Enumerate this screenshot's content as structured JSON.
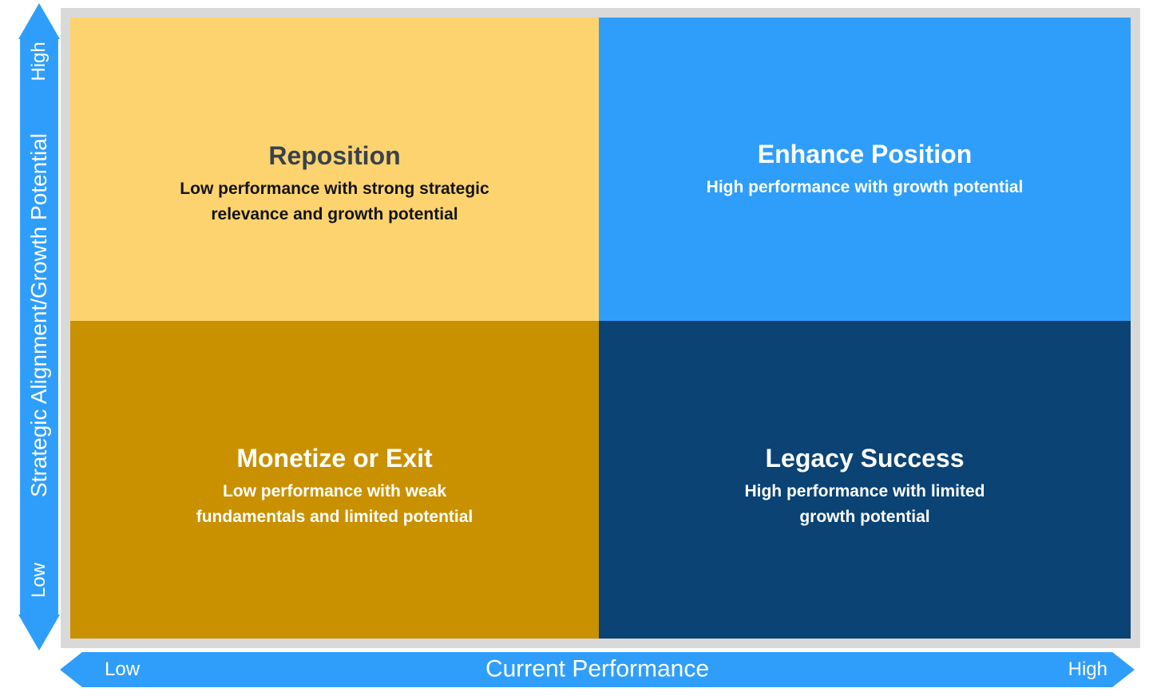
{
  "colors": {
    "axis_blue": "#2F9EFA",
    "frame_gray": "#D9D9D9",
    "top_left_bg": "#FCD36E",
    "top_right_bg": "#2F9EFA",
    "bottom_left_bg": "#C99100",
    "bottom_right_bg": "#0A4374",
    "top_left_title": "#39424C",
    "top_left_text": "#141414",
    "light_text": "#FFFFFF"
  },
  "y_axis": {
    "high": "High",
    "label": "Strategic Alignment/Growth Potential",
    "low": "Low"
  },
  "x_axis": {
    "low": "Low",
    "label": "Current Performance",
    "high": "High"
  },
  "quadrants": {
    "top_left": {
      "title": "Reposition",
      "subtitle": "Low performance with strong strategic\nrelevance and growth potential"
    },
    "top_right": {
      "title": "Enhance Position",
      "subtitle": "High performance with growth potential"
    },
    "bottom_left": {
      "title": "Monetize or Exit",
      "subtitle": "Low performance with weak\nfundamentals and limited potential"
    },
    "bottom_right": {
      "title": "Legacy Success",
      "subtitle": "High performance with limited\ngrowth potential"
    }
  }
}
